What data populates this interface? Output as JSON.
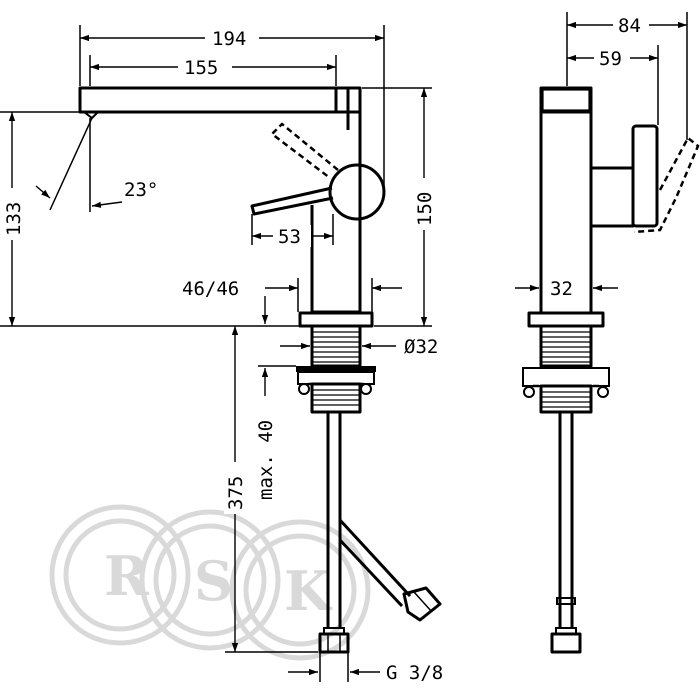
{
  "drawing": {
    "dimensions": {
      "total_width": "194",
      "spout_reach": "155",
      "spout_height": "133",
      "overall_height": "150",
      "spout_angle": "23°",
      "lever_offset": "53",
      "base_diameter_pair": "46/46",
      "thread_diameter": "Ø32",
      "max_counter_thickness": "max. 40",
      "hose_length": "375",
      "hose_connection": "G 3/8",
      "side_depth": "84",
      "side_lever_depth": "59",
      "side_body_width": "32"
    },
    "watermark": {
      "letters": [
        "R",
        "S",
        "K"
      ]
    }
  }
}
